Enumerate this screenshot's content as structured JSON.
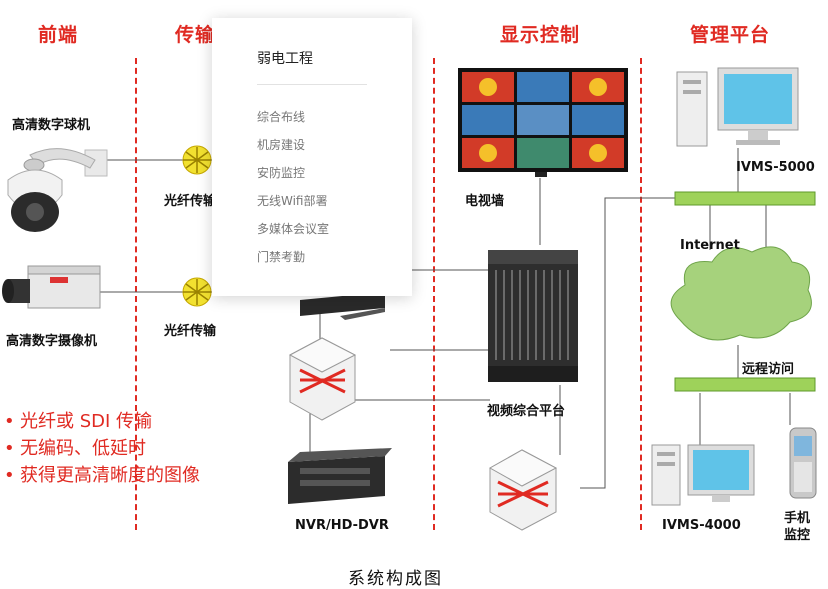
{
  "headers": {
    "frontend": "前端",
    "transmission": "传输",
    "display": "显示控制",
    "management": "管理平台"
  },
  "devices": {
    "dome_camera": "高清数字球机",
    "box_camera": "高清数字摄像机",
    "fiber1": "光纤传输",
    "fiber2": "光纤传输",
    "tv_wall": "电视墙",
    "video_platform": "视频综合平台",
    "nvr": "NVR/HD-DVR",
    "ivms5000": "IVMS-5000",
    "internet": "Internet",
    "remote": "远程访问",
    "ivms4000": "IVMS-4000",
    "mobile": "手机\n监控"
  },
  "bullets": [
    "光纤或 SDI 传输",
    "无编码、低延时",
    "获得更高清晰度的图像"
  ],
  "caption": "系统构成图",
  "menu": {
    "title": "弱电工程",
    "items": [
      "综合布线",
      "机房建设",
      "安防监控",
      "无线Wifi部署",
      "多媒体会议室",
      "门禁考勤"
    ]
  },
  "colors": {
    "accent": "#e02a22",
    "network_bar": "#9ed25a"
  }
}
